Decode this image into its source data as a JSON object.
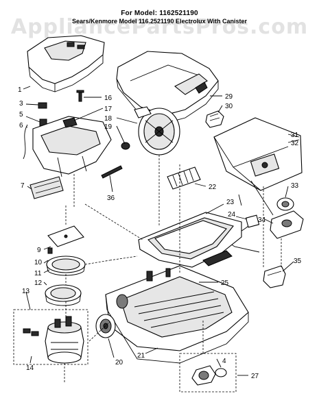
{
  "header": {
    "title": "For Model: 1162521190",
    "subtitle": "Sears/Kenmore Model 116.2521190 Electrolux With Canister"
  },
  "watermark": "AppliancePartsPros.com",
  "callouts": [
    "1",
    "3",
    "5",
    "6",
    "7",
    "9",
    "10",
    "11",
    "12",
    "13",
    "14",
    "16",
    "17",
    "18",
    "19",
    "20",
    "21",
    "22",
    "23",
    "24",
    "25",
    "27",
    "29",
    "30",
    "31",
    "32",
    "33",
    "34",
    "35",
    "36",
    "4"
  ]
}
